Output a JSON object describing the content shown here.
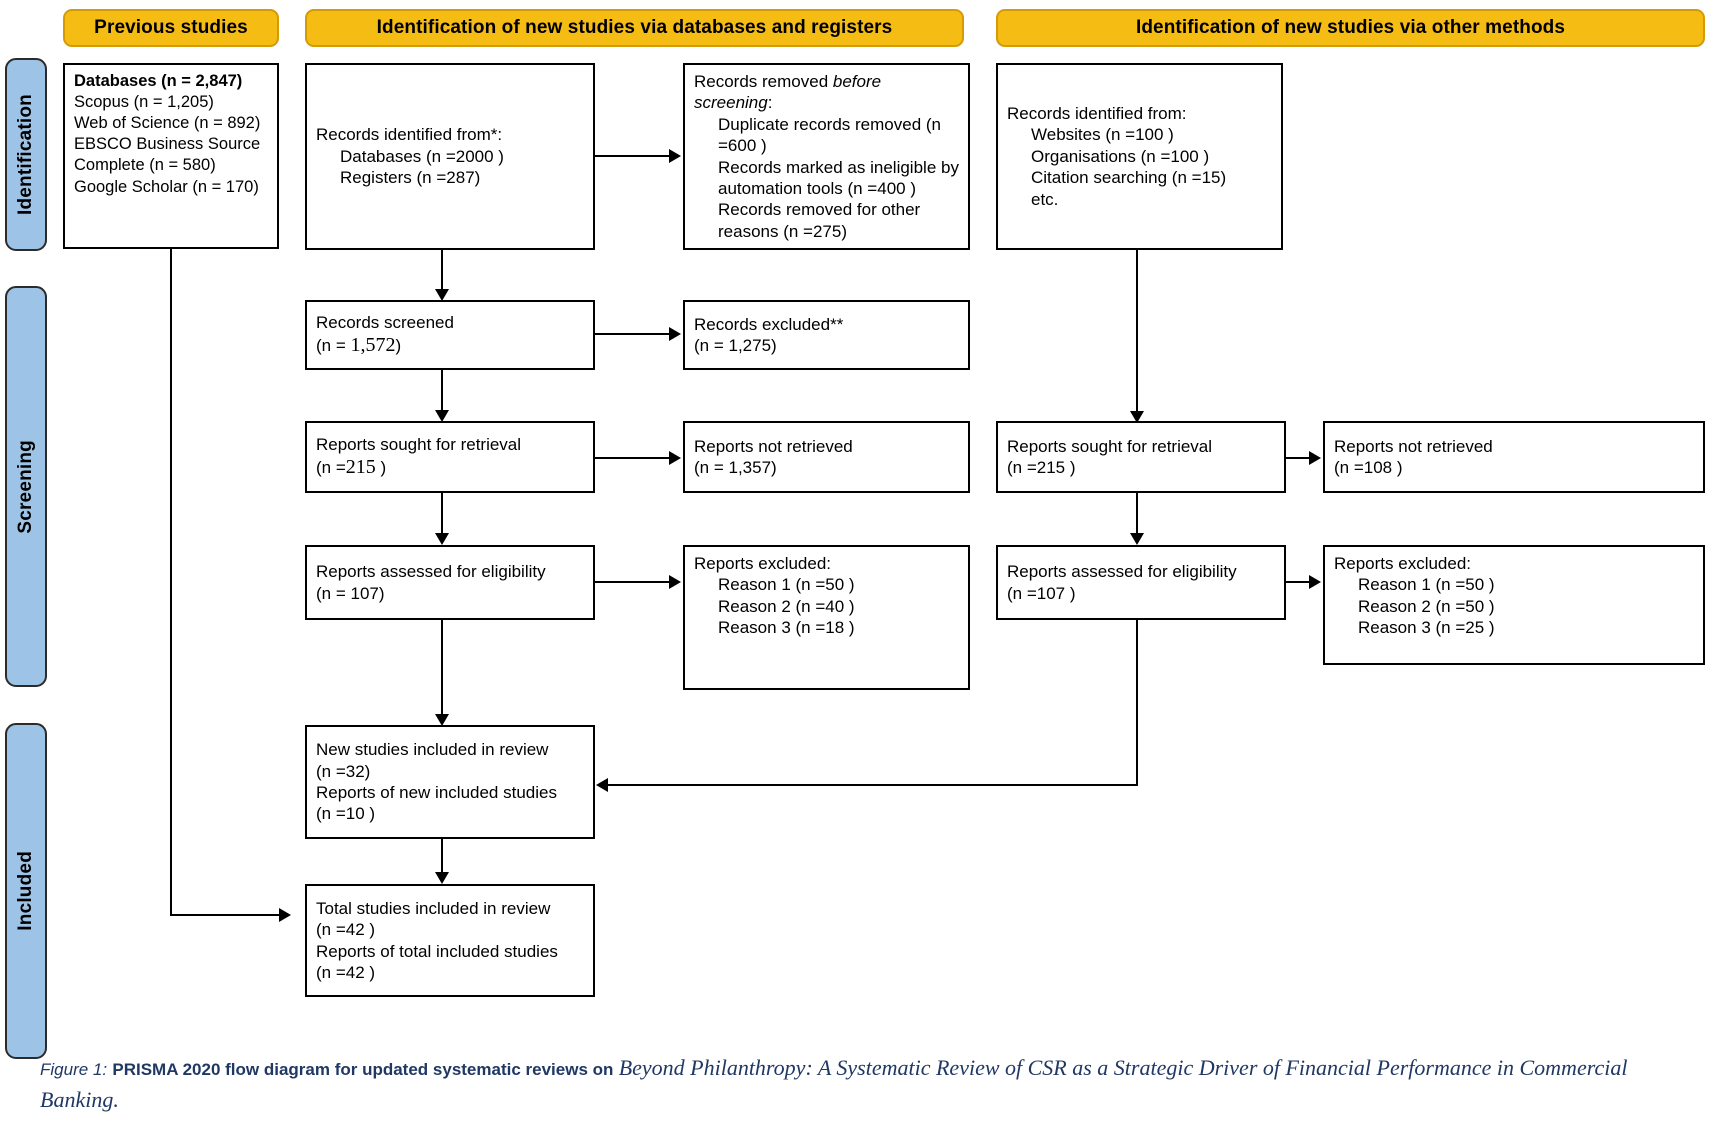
{
  "headers": {
    "previous": "Previous studies",
    "databases": "Identification of new studies via databases and registers",
    "other": "Identification of new studies via other methods"
  },
  "phases": {
    "identification": "Identification",
    "screening": "Screening",
    "included": "Included"
  },
  "previous_studies_box": {
    "title": "Databases (n = 2,847)",
    "lines": [
      "Scopus (n = 1,205)",
      "Web of Science (n = 892)",
      "EBSCO Business Source Complete (n = 580)",
      "Google Scholar (n = 170)"
    ]
  },
  "databases_column": {
    "identified": {
      "heading": "Records identified from*:",
      "items": [
        "Databases (n =2000 )",
        "Registers (n =287)"
      ]
    },
    "removed_before": {
      "heading_a": "Records removed ",
      "heading_it": "before screening",
      "heading_b": ":",
      "items": [
        "Duplicate records removed (n =600 )",
        "Records marked as ineligible by automation tools (n =400 )",
        "Records removed for other reasons (n =275)"
      ]
    },
    "screened": {
      "label": "Records screened",
      "count_prefix": "(n = ",
      "count": "1,572",
      "count_suffix": ")"
    },
    "excluded": {
      "label": "Records excluded**",
      "count": "(n = 1,275)"
    },
    "sought": {
      "label": "Reports sought for retrieval",
      "count_prefix": "(n =",
      "count": "215",
      "count_suffix": " )"
    },
    "not_retrieved": {
      "label": "Reports not retrieved",
      "count": "(n = 1,357)"
    },
    "assessed": {
      "label": "Reports assessed for eligibility",
      "count": "(n = 107)"
    },
    "reports_excluded": {
      "heading": "Reports excluded:",
      "items": [
        "Reason 1 (n =50 )",
        "Reason 2 (n =40 )",
        "Reason 3 (n =18 )"
      ]
    }
  },
  "other_column": {
    "identified": {
      "heading": "Records identified from:",
      "items": [
        "Websites (n =100 )",
        "Organisations (n =100 )",
        "Citation searching (n =15)",
        "etc."
      ]
    },
    "sought": {
      "label": "Reports sought for retrieval",
      "count": "(n =215 )"
    },
    "not_retrieved": {
      "label": "Reports not retrieved",
      "count": "(n =108 )"
    },
    "assessed": {
      "label": "Reports assessed for eligibility",
      "count": "(n =107 )"
    },
    "reports_excluded": {
      "heading": "Reports excluded:",
      "items": [
        "Reason 1 (n =50 )",
        "Reason 2 (n =50 )",
        "Reason 3 (n =25 )"
      ]
    }
  },
  "included_column": {
    "new_studies": {
      "line1": "New studies included in review",
      "line2": "(n =32)",
      "line3": "Reports of new included studies",
      "line4": "(n =10 )"
    },
    "total_studies": {
      "line1": "Total studies included in review",
      "line2": "(n =42 )",
      "line3": "Reports of total included studies",
      "line4": "(n =42 )"
    }
  },
  "caption": {
    "figure_label": "Figure 1:",
    "bold_text": "PRISMA 2020 flow diagram for updated systematic reviews on",
    "title_text": "Beyond Philanthropy: A Systematic Review of CSR as a Strategic Driver of Financial Performance in Commercial Banking."
  },
  "colors": {
    "header_yellow": "#F5BC14",
    "header_yellow_border": "#D49B04",
    "phase_blue": "#9DC3E6",
    "box_border": "#000000",
    "caption_color": "#1F3864"
  }
}
